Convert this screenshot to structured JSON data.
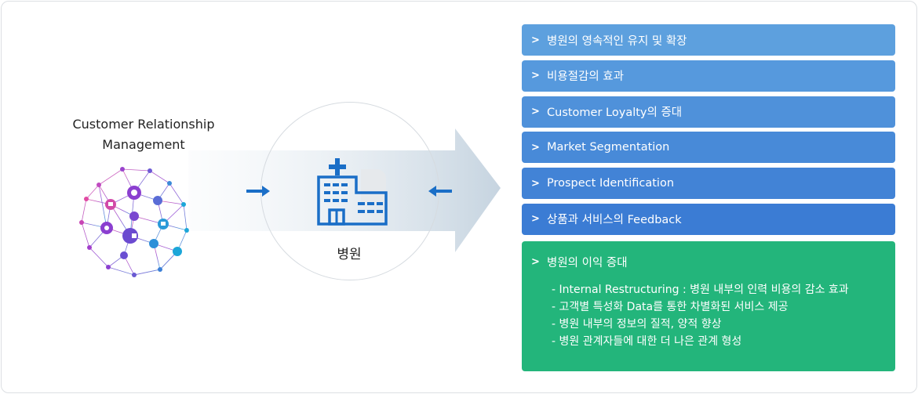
{
  "crm": {
    "title_line1": "Customer Relationship",
    "title_line2": "Management",
    "icon": "network-globe-icon"
  },
  "center": {
    "label": "병원",
    "icon": "hospital-icon"
  },
  "benefits": [
    {
      "label": "병원의 영속적인 유지 및 확장",
      "color": "#5da0de"
    },
    {
      "label": "비용절감의 효과",
      "color": "#5699dd"
    },
    {
      "label": "Customer Loyalty의 증대",
      "color": "#4f91da"
    },
    {
      "label": "Market Segmentation",
      "color": "#488ad8"
    },
    {
      "label": "Prospect Identification",
      "color": "#4283d6"
    },
    {
      "label": "상품과 서비스의 Feedback",
      "color": "#3b7cd4"
    }
  ],
  "result": {
    "title": "병원의 이익 증대",
    "color": "#23b57b",
    "items": [
      "- Internal Restructuring : 병원 내부의 인력 비용의 감소 효과",
      "- 고객별 특성화 Data를 통한 차별화된 서비스 제공",
      "- 병원 내부의 정보의 질적, 양적 향상",
      "- 병원 관계자들에 대한 더 나은 관계 형성"
    ]
  },
  "colors": {
    "arrow": "#1a6ec7",
    "network_purple": "#8b3fd0",
    "network_teal": "#1ca6d8",
    "network_pink": "#e14aa3"
  }
}
